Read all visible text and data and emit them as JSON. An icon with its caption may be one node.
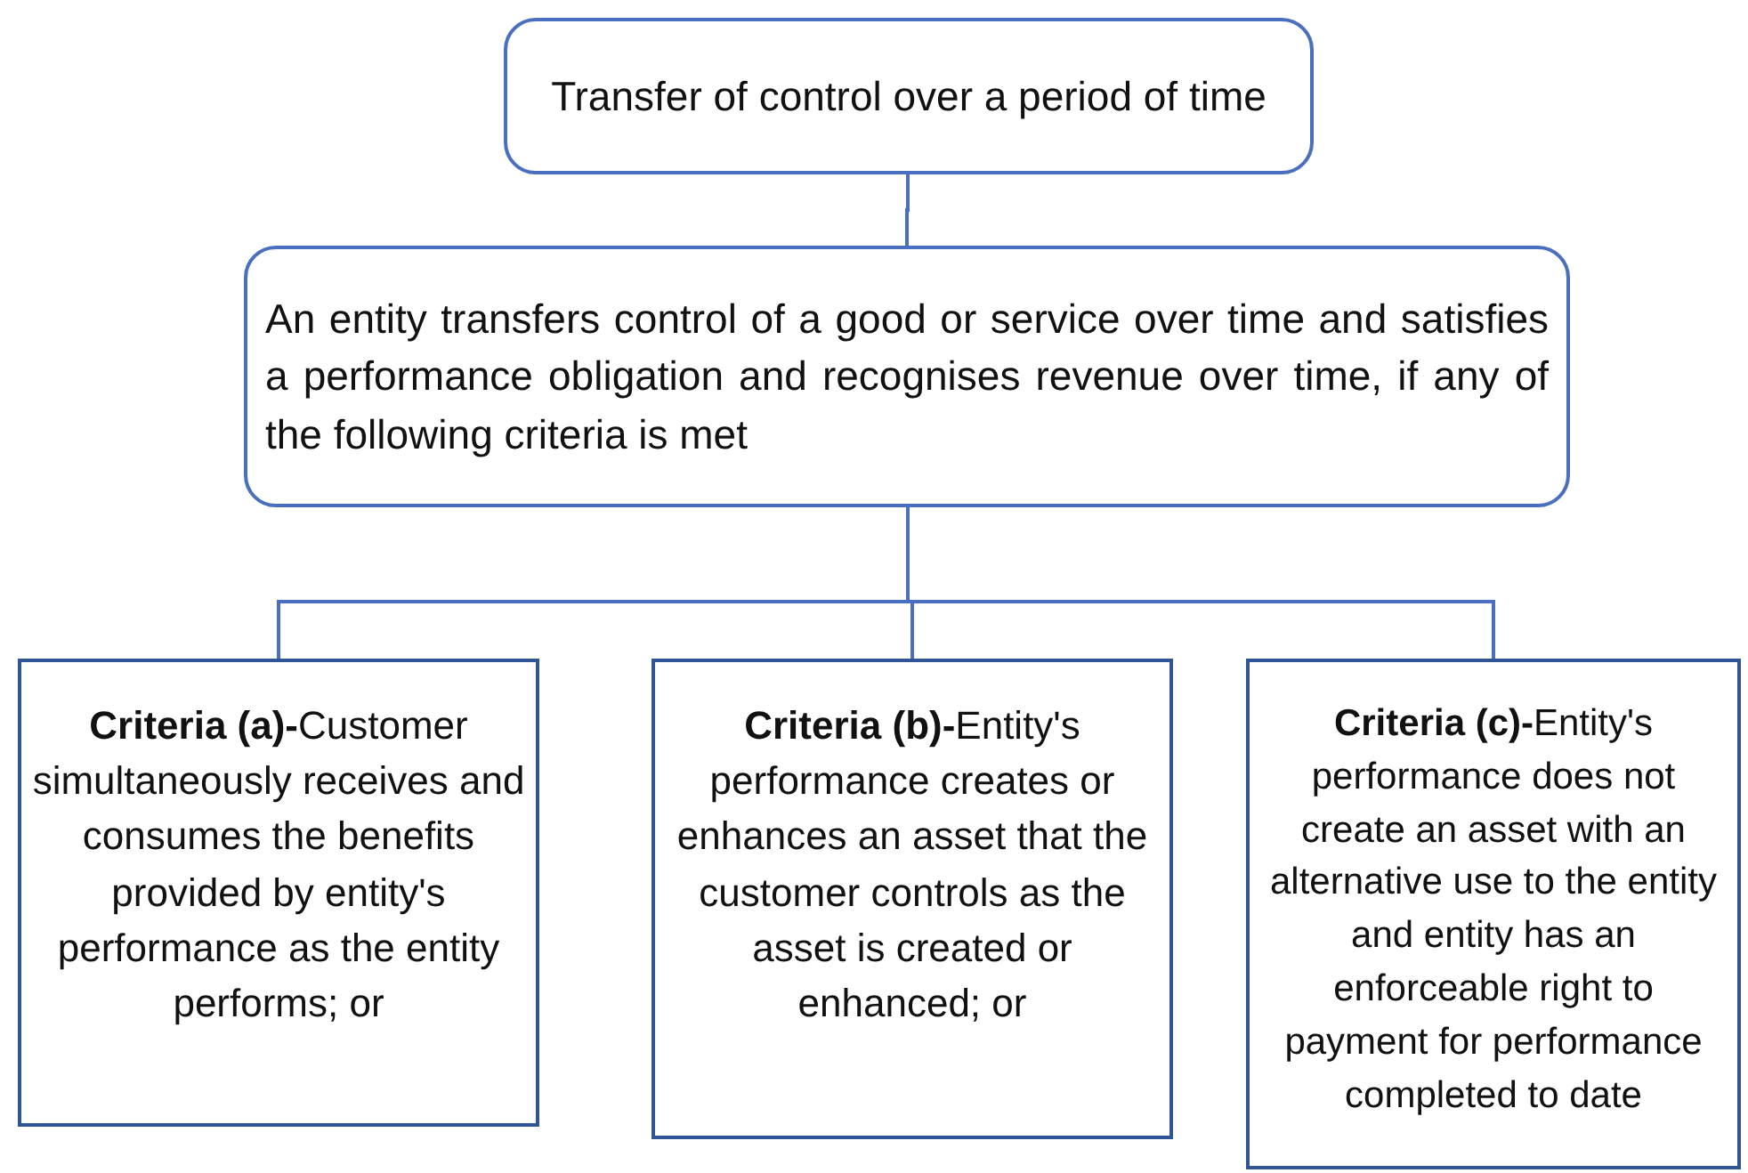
{
  "diagram": {
    "nodes": [
      {
        "text": [
          "Transfer of control over  a period of time"
        ]
      },
      {
        "text": [
          "An entity transfers control of a good or service over time and satisfies a performance obligation and recognises revenue over time, if any of the following criteria is met"
        ]
      },
      {
        "text": [
          "**Criteria (a)-**Customer simultaneously receives and consumes the benefits provided by entity's performance as the entity performs; or"
        ]
      },
      {
        "text": [
          "**Criteria (b)-**Entity's performance creates or enhances an asset that the customer controls as the asset is created or enhanced; or"
        ]
      },
      {
        "text": [
          "**Criteria (c)-**Entity's performance does not create an asset with an alternative use to the entity and entity has an enforceable right to payment for performance completed to date"
        ]
      }
    ],
    "edges": [
      {
        "from": 0,
        "to": 1,
        "arrow": "none"
      },
      {
        "from": 1,
        "to": 2,
        "arrow": "none"
      },
      {
        "from": 1,
        "to": 3,
        "arrow": "none"
      },
      {
        "from": 1,
        "to": 4,
        "arrow": "none"
      }
    ]
  }
}
